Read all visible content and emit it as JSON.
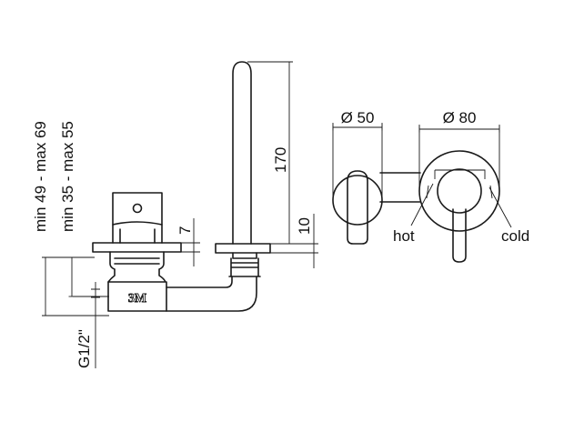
{
  "drawing": {
    "dimensions": {
      "range_outer": "min 49 - max 69",
      "range_inner": "min 35 - max 55",
      "thread": "G1/2\"",
      "plate_thickness": "7",
      "spout_height": "170",
      "spout_offset": "10",
      "plate_small_diameter": "Ø 50",
      "plate_large_diameter": "Ø 80"
    },
    "labels": {
      "hot": "hot",
      "cold": "cold",
      "body_marking": "3M"
    }
  }
}
